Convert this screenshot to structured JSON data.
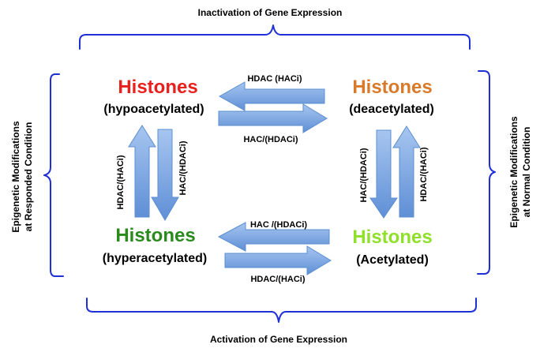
{
  "top_label": "Inactivation of Gene Expression",
  "bottom_label": "Activation of Gene Expression",
  "left_label": [
    "Epigenetic Modifications",
    "at Responded Condition"
  ],
  "right_label": [
    "Epigenetic Modifications",
    "at Normal Condition"
  ],
  "nodes": {
    "top_left": {
      "title": "Histones",
      "subtitle": "(hypoacetylated)",
      "color": "#e8201e"
    },
    "top_right": {
      "title": "Histones",
      "subtitle": "(deacetylated)",
      "color": "#d97a2b"
    },
    "bottom_left": {
      "title": "Histones",
      "subtitle": "(hyperacetylated)",
      "color": "#2a8a1e"
    },
    "bottom_right": {
      "title": "Histones",
      "subtitle": "(Acetylated)",
      "color": "#8fe02a"
    }
  },
  "arrows": {
    "top_left_arrow": "HDAC (HACi)",
    "top_right_arrow": "HAC/(HDACi)",
    "left_up_arrow": "HDAC/(HACi)",
    "left_down_arrow": "HAC/(HDACi)",
    "right_down_arrow": "HAC/(HDACi)",
    "right_up_arrow": "HDAC/(HACi)",
    "bottom_left_arrow": "HAC /(HDACi)",
    "bottom_right_arrow": "HDAC/(HACi)"
  },
  "colors": {
    "arrow_fill": "#7aa6e4",
    "brace": "#1f2fd6"
  }
}
